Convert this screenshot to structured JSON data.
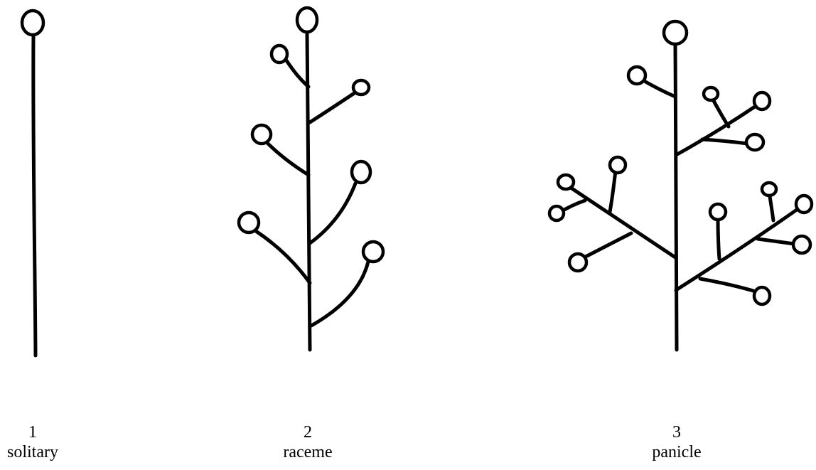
{
  "diagrams": [
    {
      "number": "1",
      "name": "solitary"
    },
    {
      "number": "2",
      "name": "raceme"
    },
    {
      "number": "3",
      "name": "panicle"
    }
  ]
}
